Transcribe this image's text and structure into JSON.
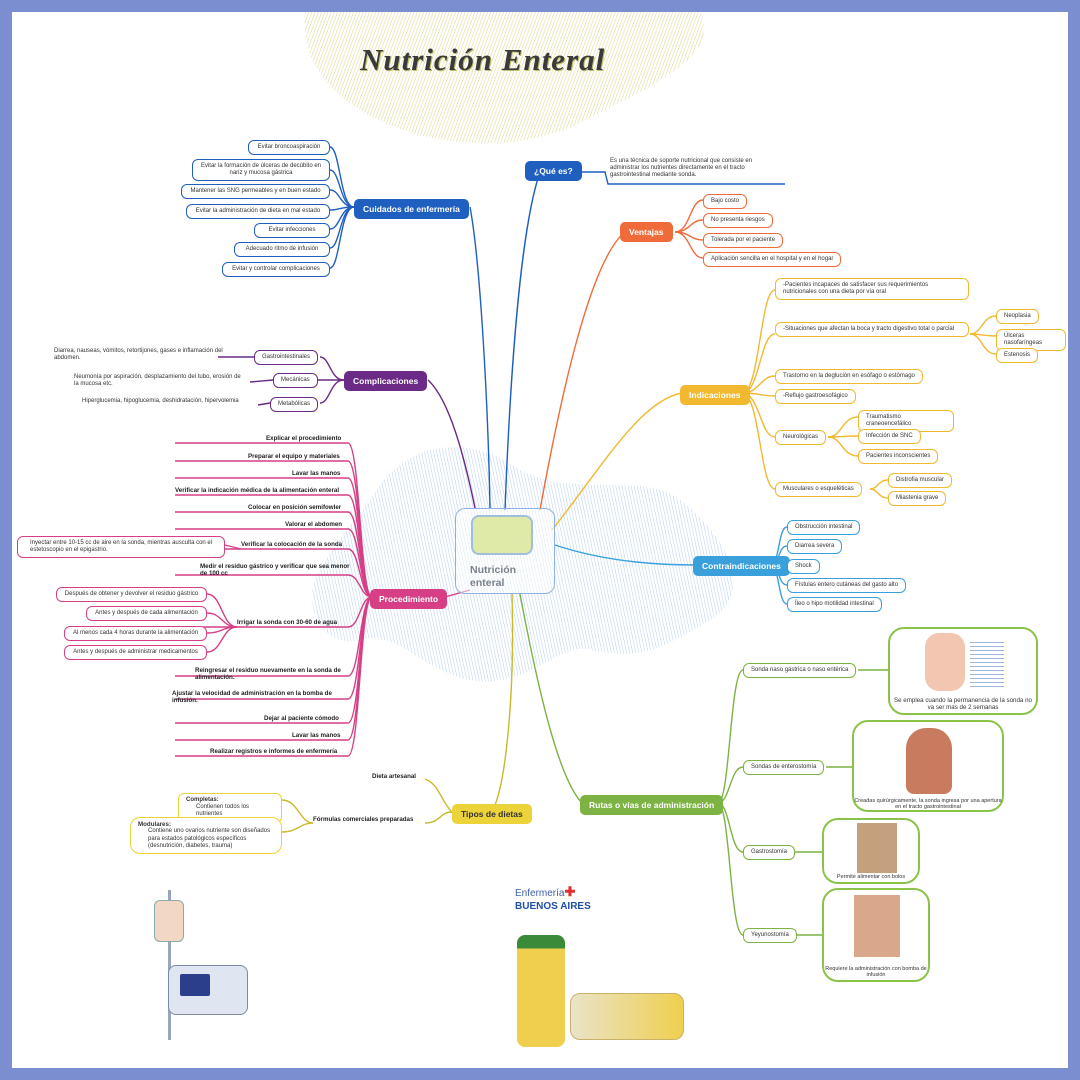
{
  "title": "Nutrición Enteral",
  "center": {
    "label": "Nutrición enteral"
  },
  "colors": {
    "blue": "#1f5fbf",
    "orange": "#ef6b3a",
    "yellow": "#f2b830",
    "cyan": "#3aa0dc",
    "green": "#7cb342",
    "magenta": "#d63f86",
    "purple": "#6a2a86",
    "lime": "#c9b92c"
  },
  "branches": {
    "que_es": {
      "label": "¿Qué es?",
      "text": "Es una técnica de soporte nutricional que consiste en administrar los nutrientes directamente en el tracto gastrointestinal mediante sonda."
    },
    "ventajas": {
      "label": "Ventajas",
      "items": [
        "Bajo costo",
        "No presenta riesgos",
        "Tolerada por el paciente",
        "Aplicación sencilla en el hospital y en el hogar"
      ]
    },
    "indicaciones": {
      "label": "Indicaciones",
      "item1": "-Pacientes incapaces de satisfacer sus requerimientos nutricionales con una dieta por vía oral",
      "item2": "-Situaciones que afectan la boca y tracto digestivo total o parcial",
      "item2_sub": [
        "Neoplasia",
        "Úlceras nasofaríngeas",
        "Estenosis"
      ],
      "item3": "Trastorno en la deglución en esófago o estómago",
      "item4": "-Reflujo gastroesofágico",
      "neuro": "Neurológicas",
      "neuro_sub": [
        "Traumatismo craneoencefálico",
        "Infección de SNC",
        "Pacientes inconscientes"
      ],
      "musc": "Musculares o esqueléticas",
      "musc_sub": [
        "Distrofia muscular",
        "Miastenia grave"
      ]
    },
    "contra": {
      "label": "Contraindicaciones",
      "items": [
        "Obstrucción intestinal",
        "Diarrea severa",
        "Shock",
        "Fístulas entero cutáneas del gasto alto",
        "Íleo o hipo motilidad intestinal"
      ]
    },
    "rutas": {
      "label": "Rutas o vías de administración",
      "items": [
        "Sonda naso gástrica o naso entérica",
        "Sondas de enterostomía",
        "Gastrostomía",
        "Yeyunostomía"
      ],
      "captions": [
        "Se emplea cuando la permanencia de la sonda no va ser mas de 2 semanas",
        "Creadas quirúrgicamente, la sonda ingresa por una apertura en el tracto gastrointestinal",
        "Permite alimentar con bolos",
        "Requiere la administración con bomba de infusión"
      ]
    },
    "tipos": {
      "label": "Tipos de dietas",
      "artesanal": "Dieta artesanal",
      "formulas": "Fórmulas comerciales preparadas",
      "completas_t": "Completas:",
      "completas_d": "Contienen todos los nutrientes",
      "modulares_t": "Modulares:",
      "modulares_d": "Contiene uno ovarios nutriente son diseñados para estados patológicos específicos (desnutrición, diabetes, trauma)"
    },
    "procedimiento": {
      "label": "Procedimiento",
      "items": [
        "Explicar el procedimiento",
        "Preparar el equipo y materiales",
        "Lavar las manos",
        "Verificar la indicación médica de la alimentación enteral",
        "Colocar en posición semifowler",
        "Valorar el abdomen",
        "Verificar la colocación de la sonda",
        "Medir el residuo gástrico y verificar que sea menor de 100 cc",
        "Irrigar la sonda con 30-60 de agua",
        "Reingresar el residuo nuevamente en la sonda de alimentación.",
        "Ajustar la velocidad de administración en la bomba de infusión.",
        "Dejar al paciente cómodo",
        "Lavar las manos",
        "Realizar registros e informes de enfermería"
      ],
      "inyectar": "Inyectar entre 10-15 cc de aire en la sonda, mientras ausculta con el estetoscopio en el epigastrio.",
      "irrigar_sub": [
        "Después de obtener y devolver el residuo gástrico",
        "Antes y después de cada alimentación",
        "Al menos cada 4 horas durante la alimentación",
        "Antes y después de administrar medicamentos"
      ]
    },
    "complicaciones": {
      "label": "Complicaciones",
      "items": [
        "Gastrointestinales",
        "Mecánicas",
        "Metabólicas"
      ],
      "desc": [
        "Diarrea, nauseas, vómitos, retortijones, gases e inflamación del abdomen.",
        "Neumonía por aspiración, desplazamiento del tubo, erosión de la mucosa etc.",
        "Hiperglucemia, hipoglucemia, deshidratación, hipervolemia"
      ]
    },
    "cuidados": {
      "label": "Cuidados de enfermería",
      "items": [
        "Evitar broncoaspiración",
        "Evitar la formación de úlceras de decúbito en nariz y mucosa gástrica",
        "Mantener las SNG permeables y en buen estado",
        "Evitar la administración de dieta en mal estado",
        "Evitar infecciones",
        "Adecuado ritmo de infusión",
        "Evitar y controlar complicaciones"
      ]
    }
  },
  "logo": {
    "line1": "Enfermería",
    "line2": "BUENOS AIRES"
  }
}
